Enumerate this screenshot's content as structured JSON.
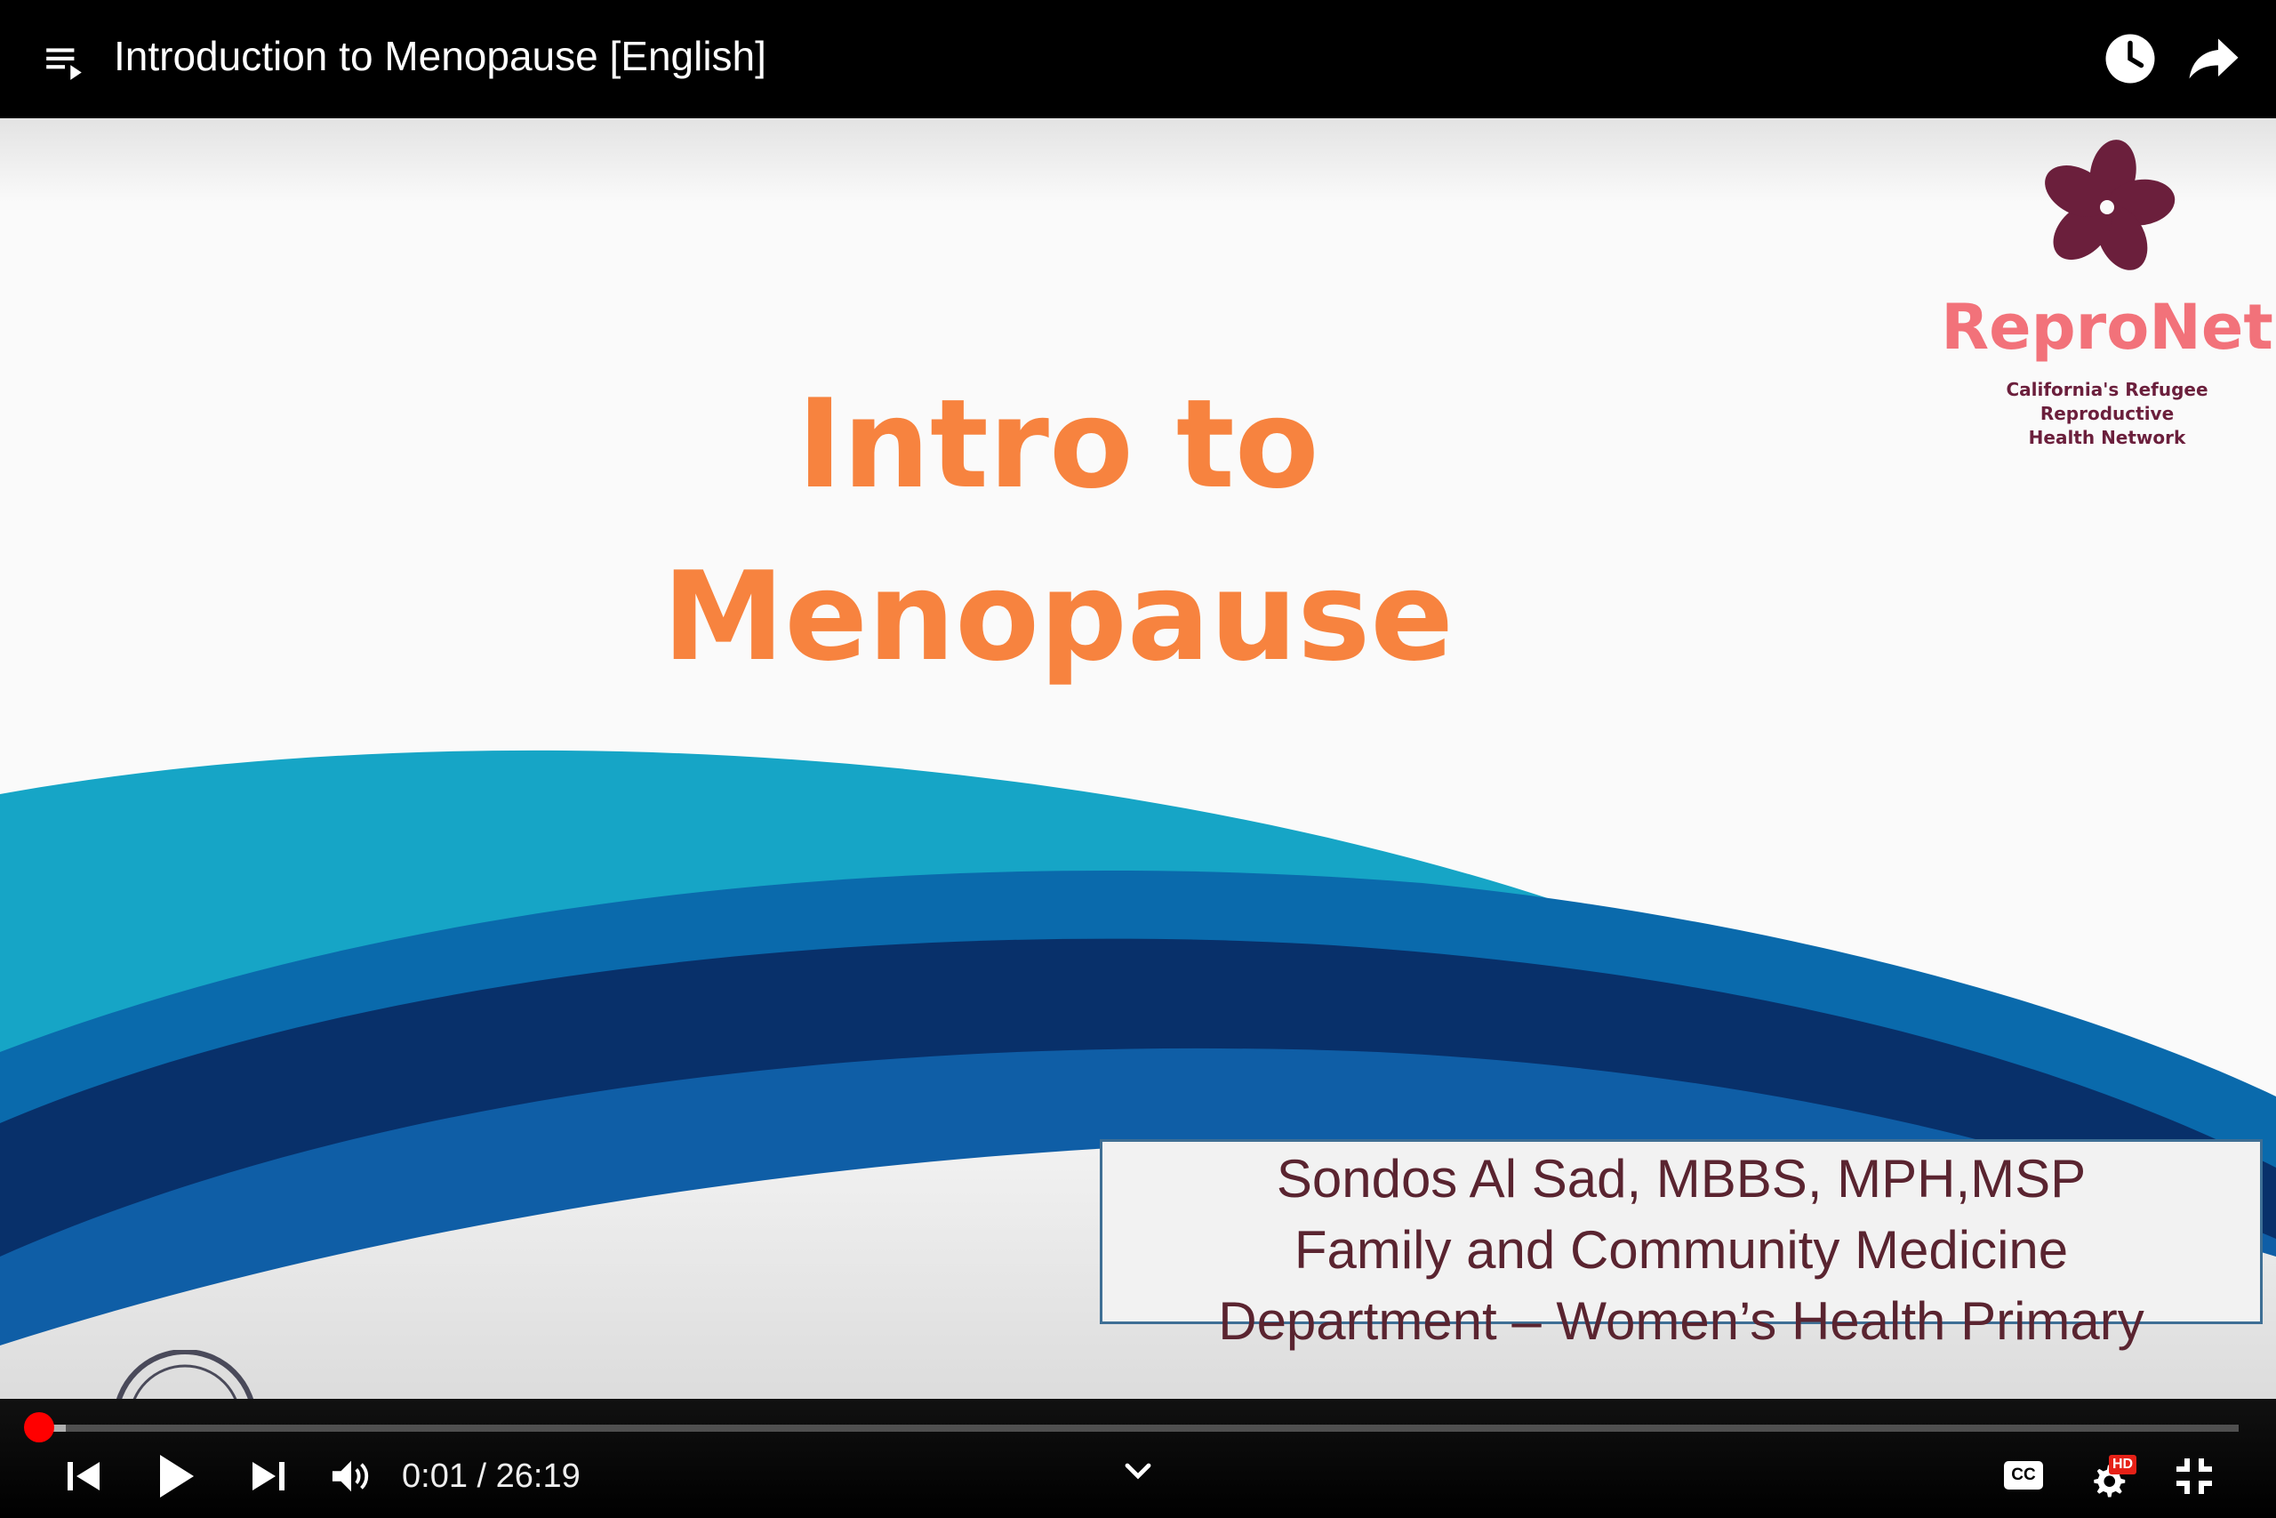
{
  "video": {
    "title": "Introduction to Menopause [English]"
  },
  "slide": {
    "title_line1": "Intro to",
    "title_line2": "Menopause",
    "logo": {
      "name": "ReproNet",
      "tagline_line1": "California's Refugee Reproductive",
      "tagline_line2": "Health Network"
    },
    "presenter": {
      "line1": "Sondos Al Sad, MBBS, MPH,MSP",
      "line2": "Family and Community Medicine",
      "line3": "Department – Women’s Health Primary"
    }
  },
  "player": {
    "current_time": "0:01",
    "separator": "/",
    "duration": "26:19",
    "played_fraction": 0.0006,
    "loaded_fraction": 0.012,
    "quality_badge": "HD",
    "captions_label": "CC"
  },
  "colors": {
    "accent_red": "#ff0000",
    "slide_title_orange": "#f7833f",
    "logo_pink": "#f2727a",
    "logo_maroon": "#6b1f3c"
  },
  "icons": [
    "playlist-icon",
    "watch-later-icon",
    "share-icon",
    "previous-icon",
    "play-icon",
    "next-icon",
    "volume-icon",
    "chevron-down-icon",
    "captions-icon",
    "settings-icon",
    "exit-fullscreen-icon"
  ]
}
